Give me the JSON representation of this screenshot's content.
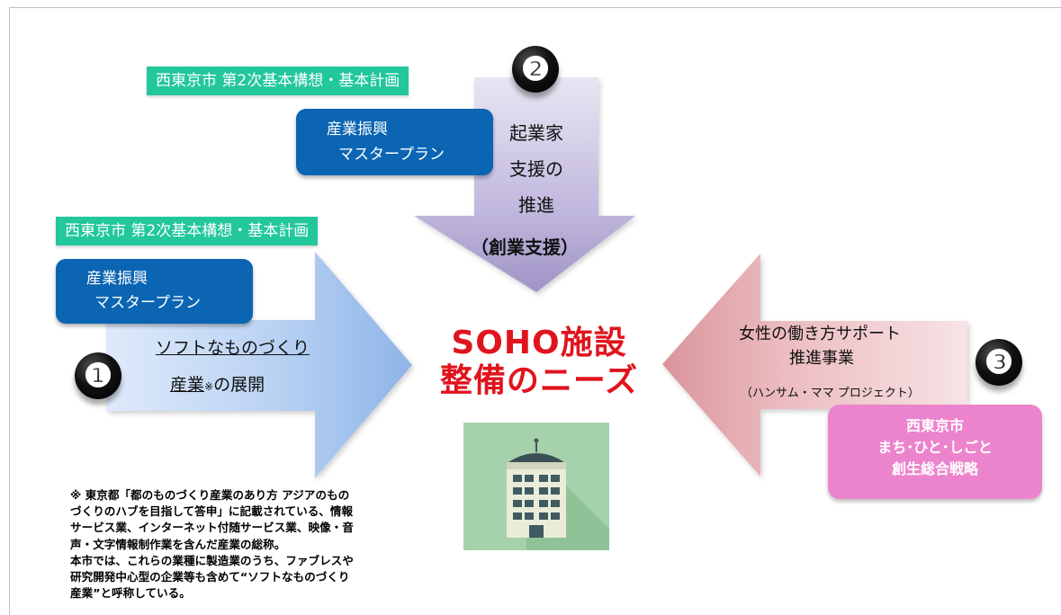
{
  "center_title": {
    "line1": "SOHO施設",
    "line2": "整備のニーズ"
  },
  "plan_labels": [
    "西東京市 第2次基本構想・基本計画",
    "西東京市 第2次基本構想・基本計画"
  ],
  "masterplan_boxes": [
    {
      "line1": "産業振興",
      "line2": "マスタープラン"
    },
    {
      "line1": "産業振興",
      "line2": "マスタープラン"
    }
  ],
  "arrow_left": {
    "number": "❶",
    "line1": "ソフトなものづくり",
    "line2_main": "産業",
    "line2_mark": "※",
    "line2_tail": "の展開"
  },
  "arrow_top": {
    "number": "❷",
    "lines": [
      "起業家",
      "支援の",
      "推進"
    ],
    "sub": "（創業支援）"
  },
  "arrow_right": {
    "number": "❸",
    "line1": "女性の働き方サポート",
    "line2": "推進事業",
    "sub": "（ハンサム・ママ プロジェクト）"
  },
  "strategy_box": {
    "line1": "西東京市",
    "line2": "まち･ひと･しごと",
    "line3": "創生総合戦略"
  },
  "building_icon": "office-building-icon",
  "note_lines": [
    "※ 東京都「都のものづくり産業のあり方 アジアのもの",
    "づくりのハブを目指して答申」に記載されている、情報",
    "サービス業、インターネット付随サービス業、映像・音",
    "声・文字情報制作業を含んだ産業の総称。",
    "本市では、これらの業種に製造業のうち、ファブレスや",
    "研究開発中心型の企業等も含めて“ソフトなものづくり",
    "産業”と呼称している。"
  ],
  "colors": {
    "plan_label_bg": "#22c79c",
    "masterplan_bg": "#0b65b3",
    "strategy_bg": "#ec84cd",
    "title_red": "#e0141d",
    "arrow_left": "#a9c8ef",
    "arrow_top": "#b3a9d3",
    "arrow_right": "#e5aeb3",
    "icon_tile": "#a5d1ab"
  }
}
